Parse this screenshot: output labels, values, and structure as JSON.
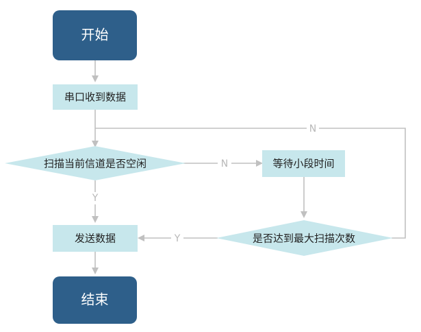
{
  "nodes": {
    "start": "开始",
    "serial_receive": "串口收到数据",
    "scan_channel_idle": "扫描当前信道是否空闲",
    "wait_short": "等待小段时间",
    "max_scan_reached": "是否达到最大扫描次数",
    "send_data": "发送数据",
    "end": "结束"
  },
  "edges": {
    "idle_no": "N",
    "idle_yes": "Y",
    "max_yes": "Y",
    "max_no": "N"
  },
  "colors": {
    "terminal_fill": "#2e5f8a",
    "process_fill": "#c7e7ec",
    "decision_fill": "#c7e7ec",
    "connector": "#c0c0c0"
  }
}
